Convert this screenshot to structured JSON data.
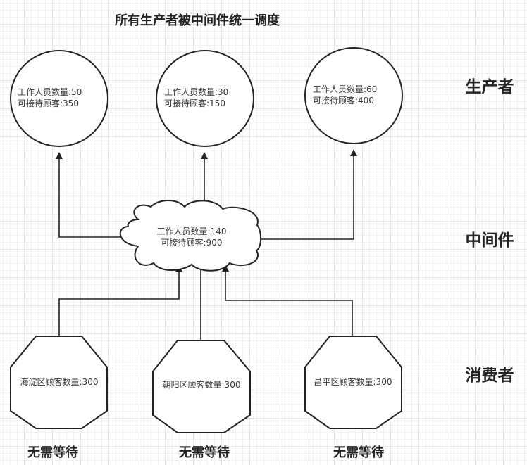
{
  "title": "所有生产者被中间件统一调度",
  "layers": {
    "producer": "生产者",
    "middleware": "中间件",
    "consumer": "消费者"
  },
  "producers": [
    {
      "line1": "工作人员数量:50",
      "line2": "可接待顾客:350"
    },
    {
      "line1": "工作人员数量:30",
      "line2": "可接待顾客:150"
    },
    {
      "line1": "工作人员数量:60",
      "line2": "可接待顾客:400"
    }
  ],
  "middleware": {
    "line1": "工作人员数量:140",
    "line2": "可接待顾客:900"
  },
  "consumers": [
    {
      "label": "海淀区顾客数量:300",
      "note": "无需等待"
    },
    {
      "label": "朝阳区顾客数量:300",
      "note": "无需等待"
    },
    {
      "label": "昌平区顾客数量:300",
      "note": "无需等待"
    }
  ]
}
